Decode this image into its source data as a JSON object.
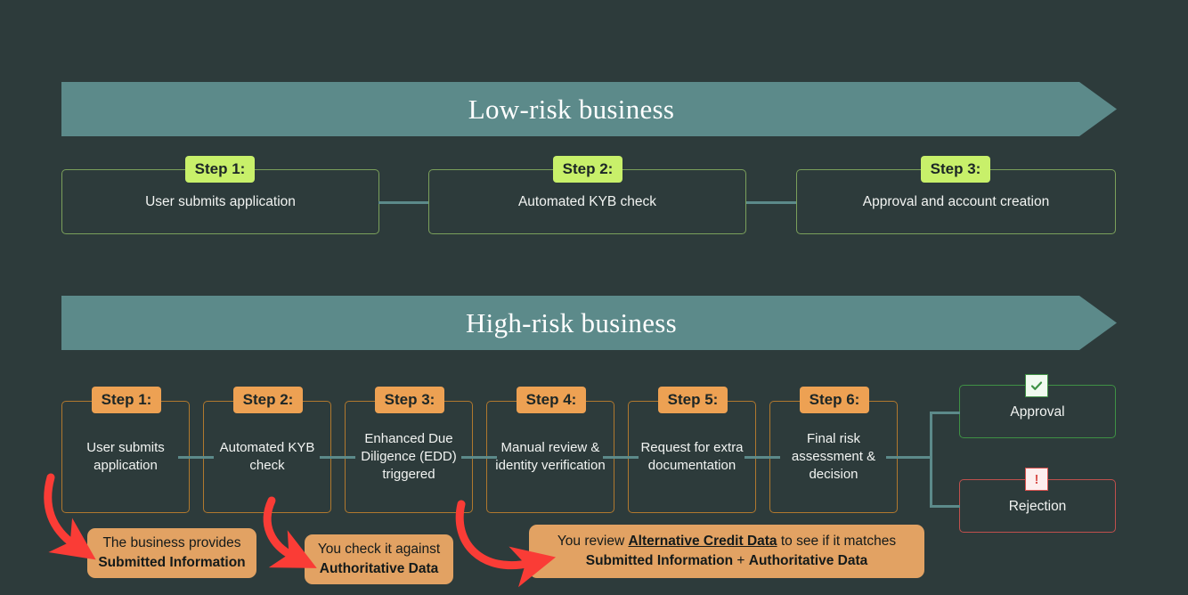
{
  "background_color": "#2d3b3b",
  "palette": {
    "banner": "#5c8a8a",
    "badge_green": "#c8f06a",
    "badge_orange": "#eda153",
    "callout_orange": "#e2a263",
    "arrow_red": "#fa3c36",
    "connector_teal": "#5c8a8a",
    "box_border_green": "#7ba05b",
    "box_border_orange": "#b0782e",
    "approve_border": "#3f9145",
    "reject_border": "#c0504d",
    "text_light": "#f2f4f2"
  },
  "sections": [
    {
      "id": "low-risk",
      "banner_title": "Low-risk business",
      "steps": [
        {
          "badge": "Step 1:",
          "label": "User submits application"
        },
        {
          "badge": "Step 2:",
          "label": "Automated KYB check"
        },
        {
          "badge": "Step 3:",
          "label": "Approval and account creation"
        }
      ]
    },
    {
      "id": "high-risk",
      "banner_title": "High-risk business",
      "steps": [
        {
          "badge": "Step 1:",
          "label": "User submits application"
        },
        {
          "badge": "Step 2:",
          "label": "Automated KYB check"
        },
        {
          "badge": "Step 3:",
          "label": "Enhanced Due Diligence (EDD) triggered"
        },
        {
          "badge": "Step 4:",
          "label": "Manual review & identity verification"
        },
        {
          "badge": "Step 5:",
          "label": "Request for extra documentation"
        },
        {
          "badge": "Step 6:",
          "label": "Final risk assessment & decision"
        }
      ],
      "outcomes": [
        {
          "id": "approval",
          "label": "Approval",
          "icon": "check-icon",
          "glyph": "✓"
        },
        {
          "id": "rejection",
          "label": "Rejection",
          "icon": "alert-icon",
          "glyph": "!"
        }
      ]
    }
  ],
  "callouts": [
    {
      "id": "submitted-information",
      "line1": "The business provides",
      "line2_bold": "Submitted Information"
    },
    {
      "id": "authoritative-data",
      "line1": "You check it against",
      "line2_bold": "Authoritative Data"
    },
    {
      "id": "alternative-credit-data",
      "line1_pre": "You review ",
      "line1_emphasis": "Alternative Credit Data",
      "line1_post": " to see if it matches",
      "line2_bold_a": "Submitted Information",
      "line2_plus": " + ",
      "line2_bold_b": "Authoritative Data"
    }
  ]
}
